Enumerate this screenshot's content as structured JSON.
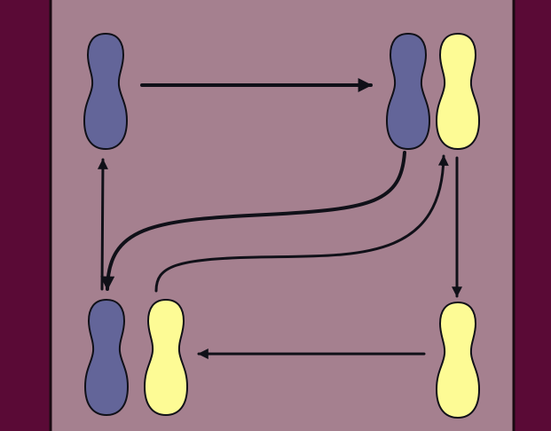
{
  "colors": {
    "frame": "#5a0a36",
    "floor": "#a5808f",
    "floor_border": "#1a0a12",
    "left_foot": "#636599",
    "right_foot": "#fdfb95",
    "outline": "#101018",
    "arrow": "#101018"
  },
  "steps": [
    {
      "id": "top-left",
      "feet": [
        "left"
      ]
    },
    {
      "id": "top-right",
      "feet": [
        "left",
        "right"
      ]
    },
    {
      "id": "bottom-right",
      "feet": [
        "right"
      ]
    },
    {
      "id": "bottom-left",
      "feet": [
        "left",
        "right"
      ]
    }
  ],
  "moves": [
    {
      "id": "top-left-to-top-right",
      "from": "top-left",
      "to": "top-right",
      "foot": "left"
    },
    {
      "id": "top-right-to-bottom-left",
      "from": "top-right",
      "to": "bottom-left",
      "foot": "left"
    },
    {
      "id": "bottom-left-to-top-right",
      "from": "bottom-left",
      "to": "top-right",
      "foot": "right"
    },
    {
      "id": "top-right-to-bottom-right",
      "from": "top-right",
      "to": "bottom-right",
      "foot": "right"
    },
    {
      "id": "bottom-right-to-bottom-left",
      "from": "bottom-right",
      "to": "bottom-left",
      "foot": "right"
    },
    {
      "id": "bottom-left-to-top-left",
      "from": "bottom-left",
      "to": "top-left",
      "foot": "left"
    }
  ]
}
